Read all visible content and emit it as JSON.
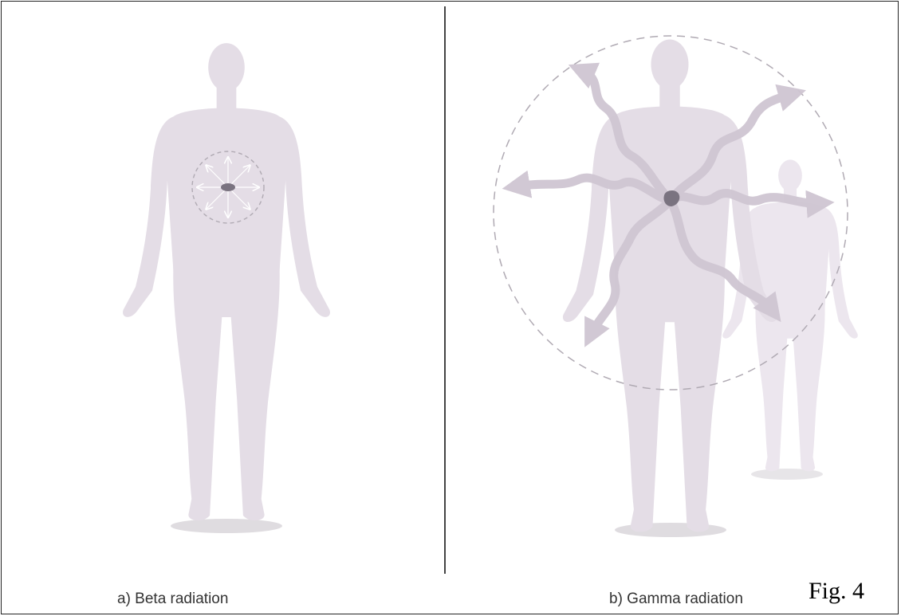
{
  "panels": [
    {
      "caption": "a) Beta radiation"
    },
    {
      "caption": "b) Gamma radiation"
    }
  ],
  "figure_label": "Fig. 4",
  "colors": {
    "body": "#e4dde6",
    "body_far": "#ece6ee",
    "source": "#7a7380",
    "arrow": "#cfc6d2",
    "dashed_circle": "#b0aab3",
    "shadow": "#c9c5cb"
  },
  "icons": [
    "human-figure",
    "radioactive-source",
    "radiation-arrow"
  ]
}
